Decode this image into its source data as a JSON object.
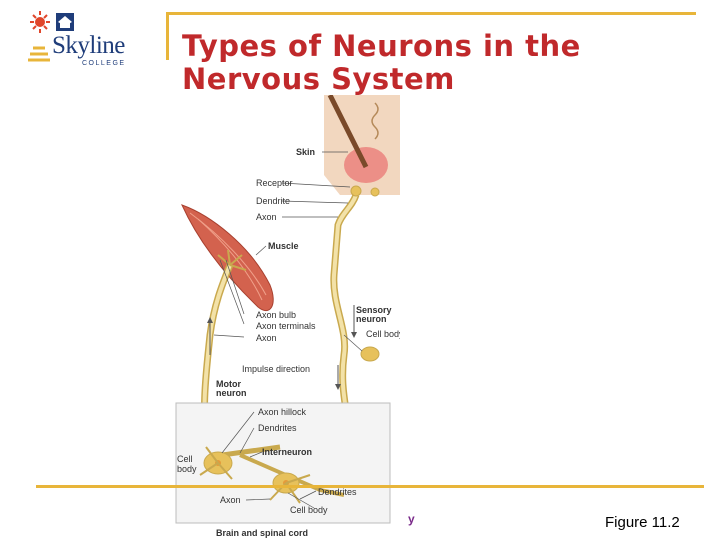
{
  "logo": {
    "name": "Skyline",
    "sub": "COLLEGE"
  },
  "slide": {
    "title": "Types of Neurons in the Nervous System",
    "figure": "Figure 11.2",
    "truncated_footer": "y"
  },
  "diagram_labels": {
    "skin": "Skin",
    "receptor": "Receptor",
    "dendrite": "Dendrite",
    "axon_top": "Axon",
    "muscle": "Muscle",
    "sensory_neuron_line1": "Sensory",
    "sensory_neuron_line2": "neuron",
    "cell_body_sensory": "Cell body",
    "axon_bulb": "Axon bulb",
    "axon_terminals": "Axon terminals",
    "axon_mid": "Axon",
    "impulse_direction": "Impulse direction",
    "motor_neuron_line1": "Motor",
    "motor_neuron_line2": "neuron",
    "axon_hillock": "Axon hillock",
    "dendrites_top": "Dendrites",
    "cell_body_left_line1": "Cell",
    "cell_body_left_line2": "body",
    "interneuron": "Interneuron",
    "dendrites_bottom": "Dendrites",
    "axon_bottom": "Axon",
    "cell_body_bottom": "Cell body",
    "brain_spinal_cord": "Brain and spinal cord"
  },
  "colors": {
    "title": "#c0292b",
    "accent_rule": "#e8b53a",
    "neuron": "#f3e2a8",
    "neuron_stroke": "#c9a94e",
    "muscle": "#d3624e",
    "skin": "#f2d7bf"
  }
}
